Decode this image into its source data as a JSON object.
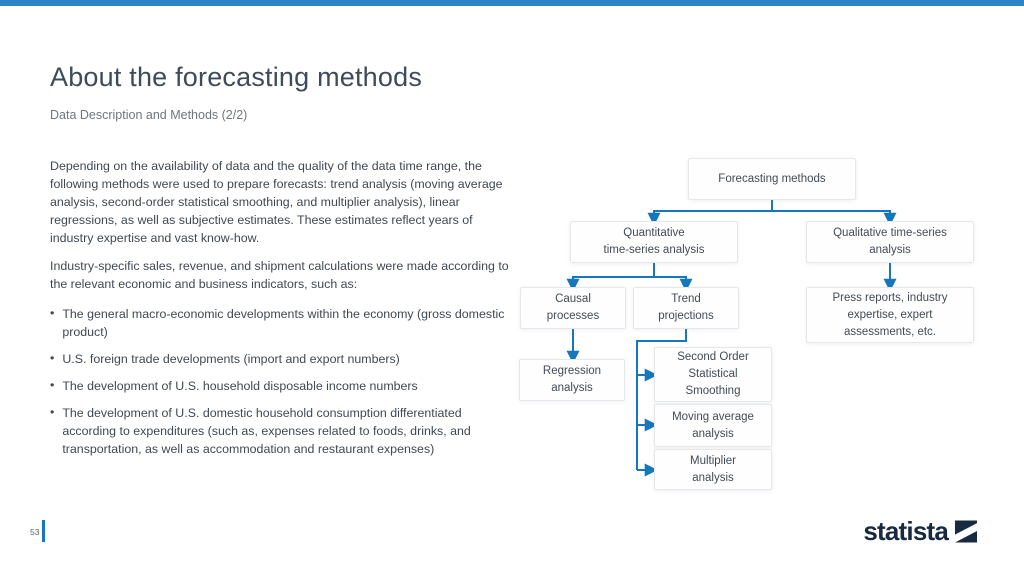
{
  "colors": {
    "top_bar": "#2e84c7",
    "accent_blue": "#1577be",
    "brand_navy": "#182a40",
    "title_text": "#3e4b59",
    "body_text": "#404852"
  },
  "header": {
    "title": "About the forecasting methods",
    "subtitle": "Data Description and Methods (2/2)"
  },
  "body": {
    "paragraphs": [
      "Depending on the availability of data and the quality of the data time range, the following methods were used to prepare forecasts: trend analysis (moving average analysis, second-order statistical smoothing, and multiplier analysis), linear regressions, as well as subjective estimates. These estimates reflect years of industry expertise and vast know-how.",
      "Industry-specific sales, revenue, and shipment calculations were made according to the relevant economic and business indicators, such as:"
    ],
    "bullets": [
      "The general macro-economic developments within the economy (gross domestic product)",
      "U.S. foreign trade developments (import and export numbers)",
      "The development of U.S. household disposable income numbers",
      "The development of U.S. domestic household consumption differentiated according to expenditures (such as, expenses related to foods, drinks, and transportation, as well as accommodation and restaurant expenses)"
    ]
  },
  "diagram": {
    "nodes": {
      "root": [
        "Forecasting methods"
      ],
      "quantitative": [
        "Quantitative",
        "time-series analysis"
      ],
      "qualitative": [
        "Qualitative time-series",
        "analysis"
      ],
      "causal": [
        "Causal",
        "processes"
      ],
      "trend": [
        "Trend",
        "projections"
      ],
      "regression": [
        "Regression",
        "analysis"
      ],
      "second_order": [
        "Second Order",
        "Statistical",
        "Smoothing"
      ],
      "moving_average": [
        "Moving average",
        "analysis"
      ],
      "multiplier": [
        "Multiplier",
        "analysis"
      ],
      "press_reports": [
        "Press reports, industry",
        "expertise, expert",
        "assessments, etc."
      ]
    }
  },
  "footer": {
    "page_number": "53",
    "brand": "statista"
  }
}
